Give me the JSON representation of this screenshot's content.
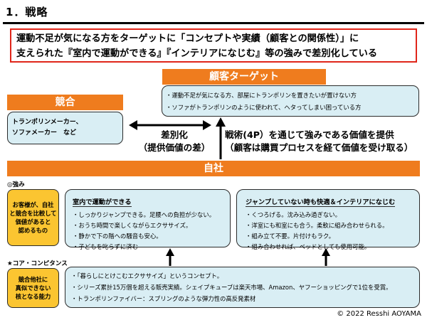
{
  "title": "1．戦略",
  "headline": {
    "line1": "運動不足が気になる方をターゲットに「コンセプトや実績（顧客との関係性）」に",
    "line2": "支えられた『室内で運動ができる』『インテリアになじむ』等の強みで差別化している"
  },
  "customer_target": {
    "header": "顧客ターゲット",
    "items": [
      "・運動不足が気になる方、部屋にトランポリンを置きたいが置けない方",
      "・ソファがトランポリンのように使われて、ヘタってしまい困っている方"
    ]
  },
  "competitors": {
    "header": "競合",
    "line1": "トランポリンメーカー、",
    "line2": "ソファメーカー　など"
  },
  "differentiation": {
    "line1": "差別化",
    "line2": "（提供価値の差）"
  },
  "tactics": {
    "line1": "戦術(4P）を通じて強みである価値を提供",
    "line2": "（顧客は購買プロセスを経て価値を受け取る）"
  },
  "company": {
    "header": "自社"
  },
  "strengths": {
    "label": "◎強み",
    "note": [
      "お客様が、自社",
      "と競合を比較して",
      "価値があると",
      "認めるもの"
    ],
    "box1": {
      "title": "室内で運動ができる",
      "items": [
        "・しっかりジャンプできる。足腰への負担が少ない。",
        "・おうち時間で楽しくながらエクササイズ。",
        "・静かで下の階への騒音も安心。",
        "・子どもを叱らずに済む"
      ]
    },
    "box2": {
      "title": "ジャンプしていない時も快適＆インテリアになじむ",
      "items": [
        "・くつろげる。沈み込み過ぎない。",
        "・洋室にも和室にも合う。柔軟に組み合わせられる。",
        "・組み立て不要。片付けもラク。",
        "・組み合わせれば、ベッドとしても使用可能。"
      ]
    }
  },
  "core_competence": {
    "label": "★コア・コンピタンス",
    "note": [
      "競合他社に",
      "真似できない",
      "核となる能力"
    ],
    "items": [
      "・「暮らしにとけこむエクササイズ」というコンセプト。",
      "・シリーズ累計15万個を超える販売実績。シェイプキューブは楽天市場、Amazon、ヤフーショッピングで1位を受賞。",
      "・トランポリンファイバー：スプリングのような弾力性の高反発素材"
    ]
  },
  "copyright": "© 2022 Resshi AOYAMA",
  "colors": {
    "orange": "#ef7c1e",
    "light_blue": "#d9eef4",
    "yellow": "#fbc531",
    "red_border": "#e0261a"
  }
}
